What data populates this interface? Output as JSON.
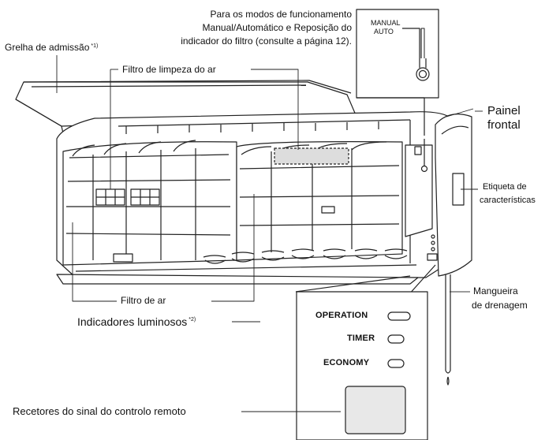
{
  "labels": {
    "intake_grille": "Grelha de admissão",
    "intake_grille_note": "*1)",
    "air_clean_filter": "Filtro de limpeza do ar",
    "mode_note_line1": "Para os modos de funcionamento",
    "mode_note_line2": "Manual/Automático e Reposição do",
    "mode_note_line3": "indicador do filtro (consulte a página 12).",
    "front_panel_line1": "Painel",
    "front_panel_line2": "frontal",
    "rating_label_line1": "Etiqueta de",
    "rating_label_line2": "características",
    "air_filter": "Filtro de ar",
    "drain_hose_line1": "Mangueira",
    "drain_hose_line2": "de drenagem",
    "indicator_lamps": "Indicadores luminosos",
    "indicator_lamps_note": "*2)",
    "remote_receiver": "Recetores do sinal do controlo remoto"
  },
  "control_panel": {
    "label_line1": "MANUAL",
    "label_line2": "AUTO"
  },
  "indicators": {
    "operation": "OPERATION",
    "timer": "TIMER",
    "economy": "ECONOMY"
  }
}
